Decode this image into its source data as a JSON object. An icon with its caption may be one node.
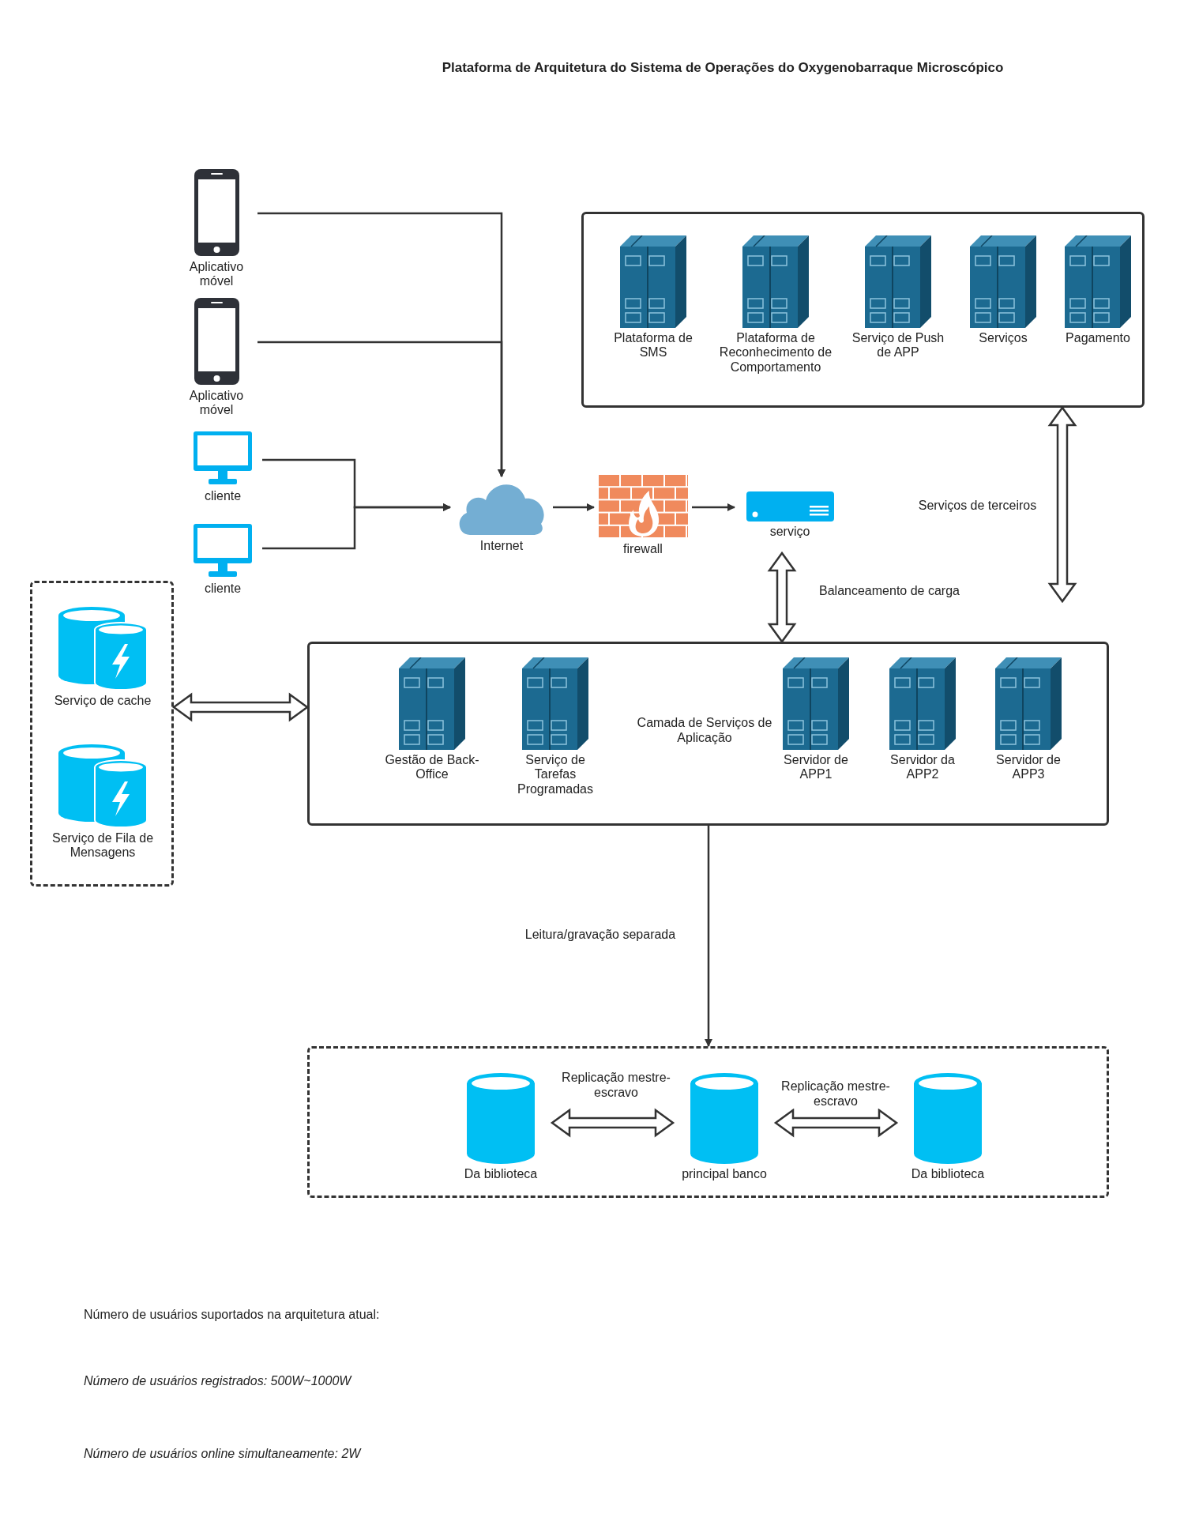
{
  "diagram": {
    "title": "Plataforma de Arquitetura do Sistema de Operações do Oxygenobarraque Microscópico",
    "nodes": [
      {
        "text": [
          "Aplicativo móvel"
        ]
      },
      {
        "text": [
          "Aplicativo móvel"
        ]
      },
      {
        "text": [
          "cliente"
        ]
      },
      {
        "text": [
          "cliente"
        ]
      },
      {
        "text": [
          "Internet"
        ]
      },
      {
        "text": [
          "firewall"
        ]
      },
      {
        "text": [
          "serviço"
        ]
      },
      {
        "text": [],
        "shape": "box"
      },
      {
        "text": [
          "Plataforma de SMS"
        ],
        "in": 7
      },
      {
        "text": [
          "Plataforma de Reconhecimento de Comportamento"
        ],
        "in": 7
      },
      {
        "text": [
          "Serviço de Push de APP"
        ],
        "in": 7
      },
      {
        "text": [
          "Serviços"
        ],
        "in": 7
      },
      {
        "text": [
          "Pagamento"
        ],
        "in": 7
      },
      {
        "text": [
          "Camada de Serviços de Aplicação"
        ]
      },
      {
        "text": [
          "Gestão de Back-Office"
        ],
        "in": 13
      },
      {
        "text": [
          "Serviço de Tarefas Programadas"
        ],
        "in": 13
      },
      {
        "text": [
          "Servidor de APP1"
        ],
        "in": 13
      },
      {
        "text": [
          "Servidor da APP2"
        ],
        "in": 13
      },
      {
        "text": [
          "Servidor de APP3"
        ],
        "in": 13
      },
      {
        "text": [],
        "shape": "box"
      },
      {
        "text": [
          "Serviço de cache"
        ],
        "in": 19
      },
      {
        "text": [
          "Serviço de Fila de Mensagens"
        ],
        "in": 19
      },
      {
        "text": [],
        "shape": "box"
      },
      {
        "text": [
          "Da biblioteca"
        ],
        "in": 22
      },
      {
        "text": [
          "principal banco"
        ],
        "in": 22
      },
      {
        "text": [
          "Da biblioteca"
        ],
        "in": 22
      }
    ],
    "edges": [
      {
        "from": 0,
        "to": 4,
        "arrow": "to"
      },
      {
        "from": 1,
        "to": 4,
        "arrow": "to"
      },
      {
        "from": 2,
        "to": 4,
        "arrow": "to"
      },
      {
        "from": 3,
        "to": 4,
        "arrow": "to"
      },
      {
        "from": 4,
        "to": 5,
        "arrow": "to"
      },
      {
        "from": 5,
        "to": 6,
        "arrow": "to"
      },
      {
        "from": 7,
        "to": null,
        "arrow": "both",
        "style": "thick",
        "label": "Serviços de terceiros"
      },
      {
        "from": 6,
        "to": 13,
        "arrow": "both",
        "style": "thick",
        "label": "Balanceamento de carga"
      },
      {
        "from": 19,
        "to": 13,
        "arrow": "both",
        "style": "thick"
      },
      {
        "from": 13,
        "to": 22,
        "arrow": "to",
        "label": "Leitura/gravação separada"
      },
      {
        "from": 23,
        "to": 24,
        "arrow": "both",
        "style": "thick",
        "label": "Replicação mestre-escravo"
      },
      {
        "from": 24,
        "to": 25,
        "arrow": "both",
        "style": "thick",
        "label": "Replicação mestre-escravo"
      }
    ],
    "labels": [
      "Número de usuários suportados na arquitetura atual:",
      "Número de usuários registrados: 500W~1000W",
      "Número de usuários online simultaneamente: 2W"
    ]
  }
}
